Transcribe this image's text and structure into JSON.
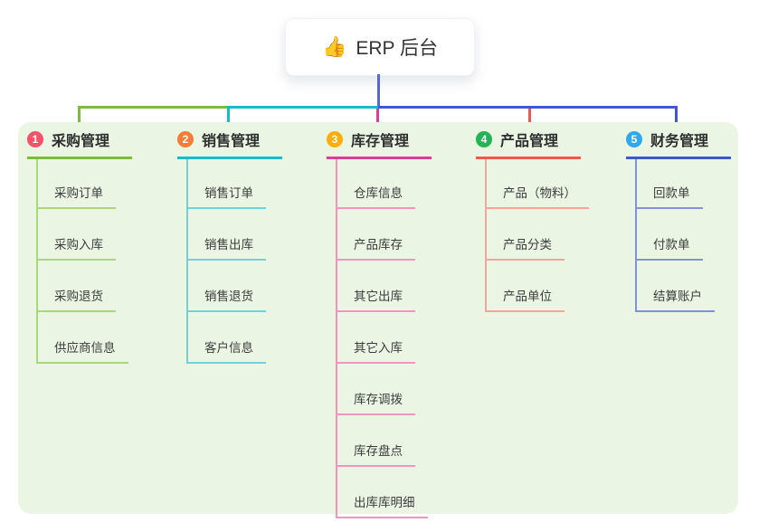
{
  "root": {
    "icon_glyph": "👍",
    "label": "ERP 后台"
  },
  "colors": {
    "canvas_bg": "#FFFFFF",
    "panel_bg": "#EAF6E3",
    "root_line": "#5568D4",
    "title_text": "#2F2F2F",
    "child_text": "#3C3C3C"
  },
  "branches": [
    {
      "num": "1",
      "label": "采购管理",
      "badge_color": "#F4526A",
      "line_color": "#7FBA40",
      "child_line_color": "#ABD57F",
      "children": [
        "采购订单",
        "采购入库",
        "采购退货",
        "供应商信息"
      ]
    },
    {
      "num": "2",
      "label": "销售管理",
      "badge_color": "#F77C35",
      "line_color": "#16BDC5",
      "child_line_color": "#6FD3D6",
      "children": [
        "销售订单",
        "销售出库",
        "销售退货",
        "客户信息"
      ]
    },
    {
      "num": "3",
      "label": "库存管理",
      "badge_color": "#FFAD0D",
      "line_color": "#DD3D97",
      "child_line_color": "#F493BE",
      "children": [
        "仓库信息",
        "产品库存",
        "其它出库",
        "其它入库",
        "库存调拨",
        "库存盘点",
        "出库库明细"
      ]
    },
    {
      "num": "4",
      "label": "产品管理",
      "badge_color": "#23B458",
      "line_color": "#F2564D",
      "child_line_color": "#F8A29B",
      "children": [
        "产品（物料）",
        "产品分类",
        "产品单位"
      ]
    },
    {
      "num": "5",
      "label": "财务管理",
      "badge_color": "#2FA8EC",
      "line_color": "#4157CD",
      "child_line_color": "#8493D5",
      "children": [
        "回款单",
        "付款单",
        "结算账户"
      ]
    }
  ],
  "branch_x": [
    10,
    176,
    341,
    506,
    672
  ]
}
